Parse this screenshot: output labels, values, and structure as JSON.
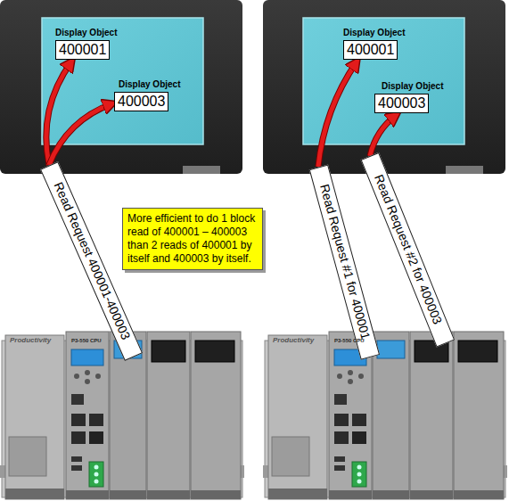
{
  "diagram": {
    "nodes": [
      {
        "text": [
          "Display Object",
          "400001"
        ]
      },
      {
        "text": [
          "Display Object",
          "400003"
        ]
      },
      {
        "text": [
          "Display Object",
          "400001"
        ]
      },
      {
        "text": [
          "Display Object",
          "400003"
        ]
      },
      {
        "text": [
          "More efficient to do 1 block read of 400001 – 400003 than 2 reads of 400001 by itself and 400003 by itself."
        ]
      },
      {
        "text": [
          "Read Request 400001-400003"
        ]
      },
      {
        "text": [
          "Read Request #1 for 400001"
        ]
      },
      {
        "text": [
          "Read Request #2 for 400003"
        ]
      }
    ],
    "edges": [
      {
        "from": 5,
        "to": 0,
        "arrow": "to"
      },
      {
        "from": 5,
        "to": 1,
        "arrow": "to"
      },
      {
        "from": 6,
        "to": 2,
        "arrow": "to"
      },
      {
        "from": 7,
        "to": 3,
        "arrow": "to"
      }
    ],
    "labels": [
      "Productivity",
      "P3-550 CPU",
      "Productivity",
      "P3-550 CPU"
    ]
  }
}
